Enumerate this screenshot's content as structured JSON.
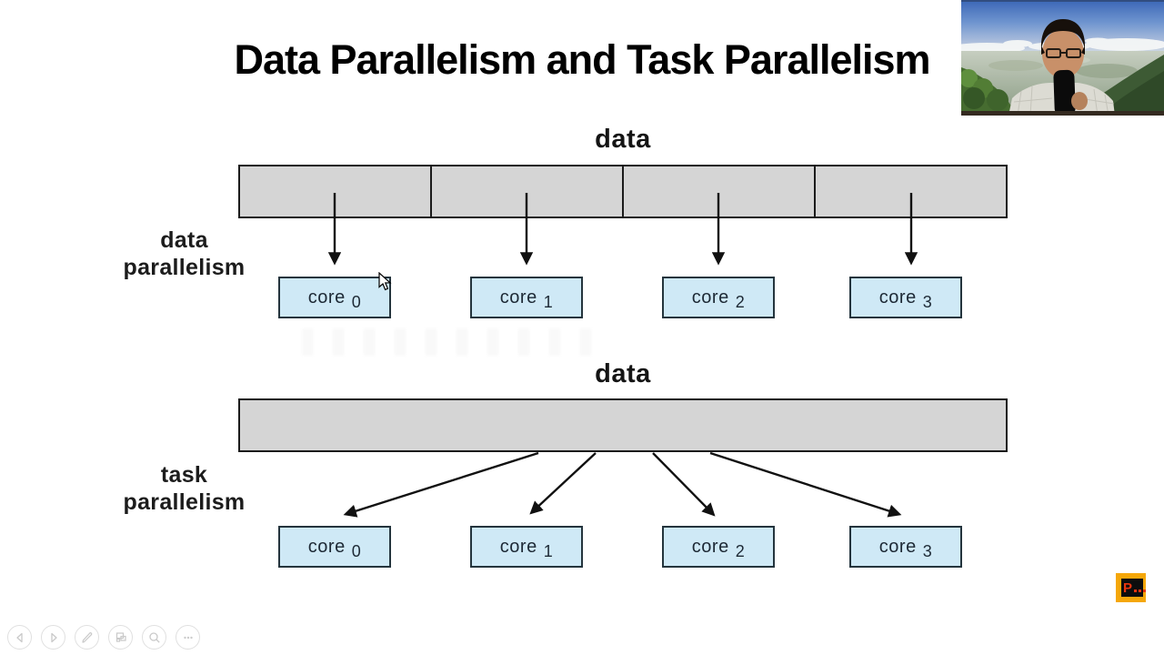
{
  "title": "Data Parallelism and Task Parallelism",
  "top_diagram": {
    "data_label": "data",
    "side_label": "data\nparallelism",
    "cores": [
      {
        "name": "core",
        "sub": "0"
      },
      {
        "name": "core",
        "sub": "1"
      },
      {
        "name": "core",
        "sub": "2"
      },
      {
        "name": "core",
        "sub": "3"
      }
    ]
  },
  "bottom_diagram": {
    "data_label": "data",
    "side_label": "task\nparallelism",
    "cores": [
      {
        "name": "core",
        "sub": "0"
      },
      {
        "name": "core",
        "sub": "1"
      },
      {
        "name": "core",
        "sub": "2"
      },
      {
        "name": "core",
        "sub": "3"
      }
    ]
  },
  "toolbar": {
    "buttons": [
      {
        "id": "previous-slide",
        "icon": "chevron-left-icon"
      },
      {
        "id": "next-slide",
        "icon": "chevron-right-icon"
      },
      {
        "id": "pen-tools",
        "icon": "pen-icon"
      },
      {
        "id": "see-all-slides",
        "icon": "slides-grid-icon"
      },
      {
        "id": "zoom-into-slide",
        "icon": "magnifier-icon"
      },
      {
        "id": "more-options",
        "icon": "ellipsis-icon"
      }
    ]
  },
  "logo": {
    "letter": "P"
  },
  "colors": {
    "bar_fill": "#d5d5d5",
    "bar_border": "#1b1b1b",
    "core_fill": "#cfe9f6",
    "core_border": "#24343d",
    "arrow": "#111111",
    "logo_bg": "#f5a70a",
    "logo_inner": "#0d0d0d",
    "logo_accent": "#e8350e"
  }
}
